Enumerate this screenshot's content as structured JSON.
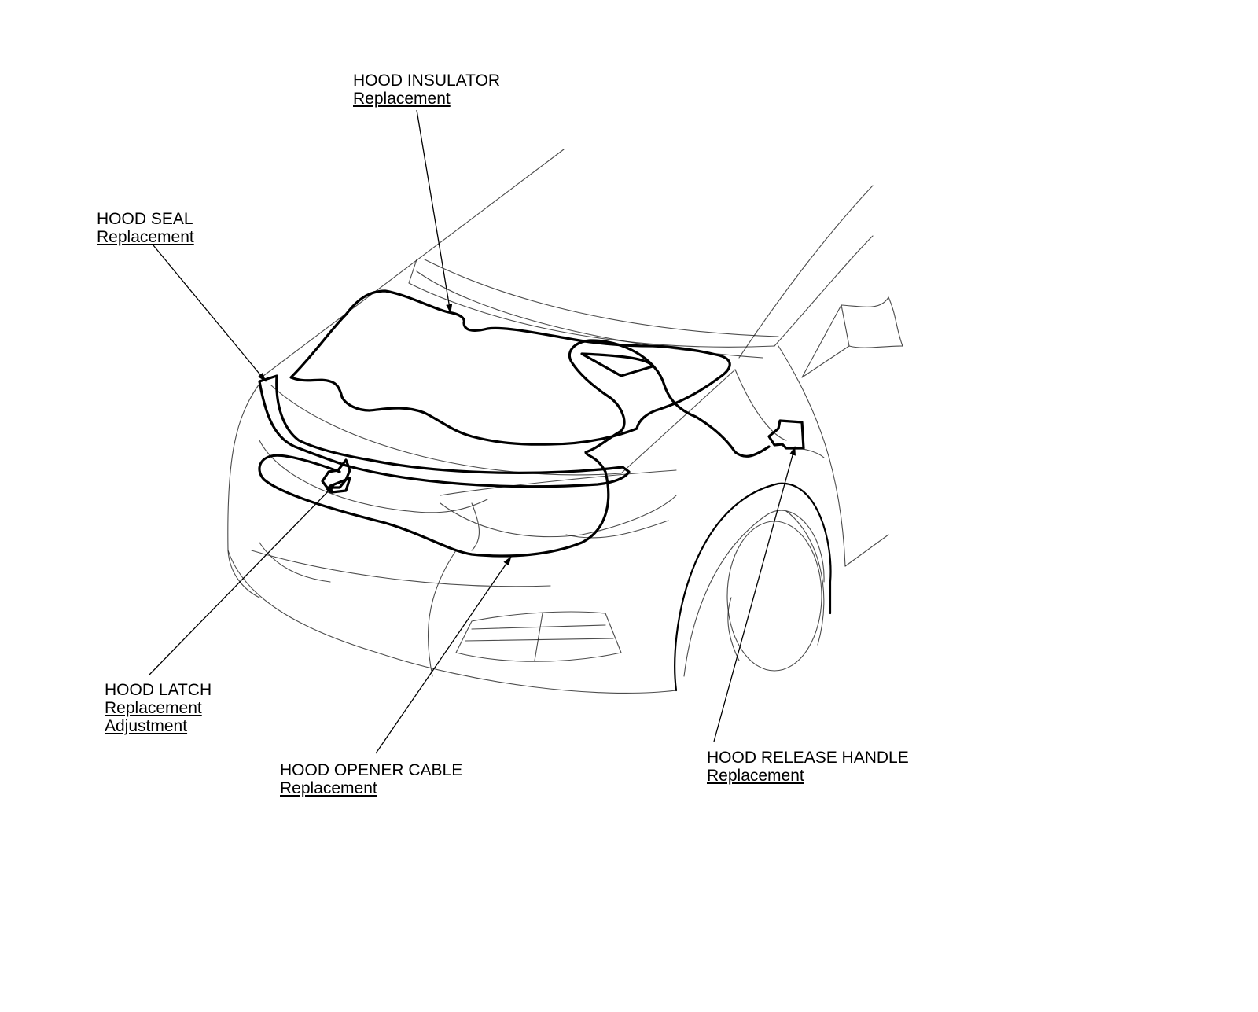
{
  "callouts": {
    "hood_insulator": {
      "title": "HOOD INSULATOR",
      "links": [
        "Replacement"
      ]
    },
    "hood_seal": {
      "title": "HOOD SEAL",
      "links": [
        "Replacement"
      ]
    },
    "hood_latch": {
      "title": "HOOD LATCH",
      "links": [
        "Replacement",
        "Adjustment"
      ]
    },
    "hood_opener_cable": {
      "title": "HOOD OPENER CABLE",
      "links": [
        "Replacement"
      ]
    },
    "hood_release_handle": {
      "title": "HOOD RELEASE HANDLE",
      "links": [
        "Replacement"
      ]
    }
  },
  "colors": {
    "ink": "#000000",
    "background": "#ffffff"
  }
}
